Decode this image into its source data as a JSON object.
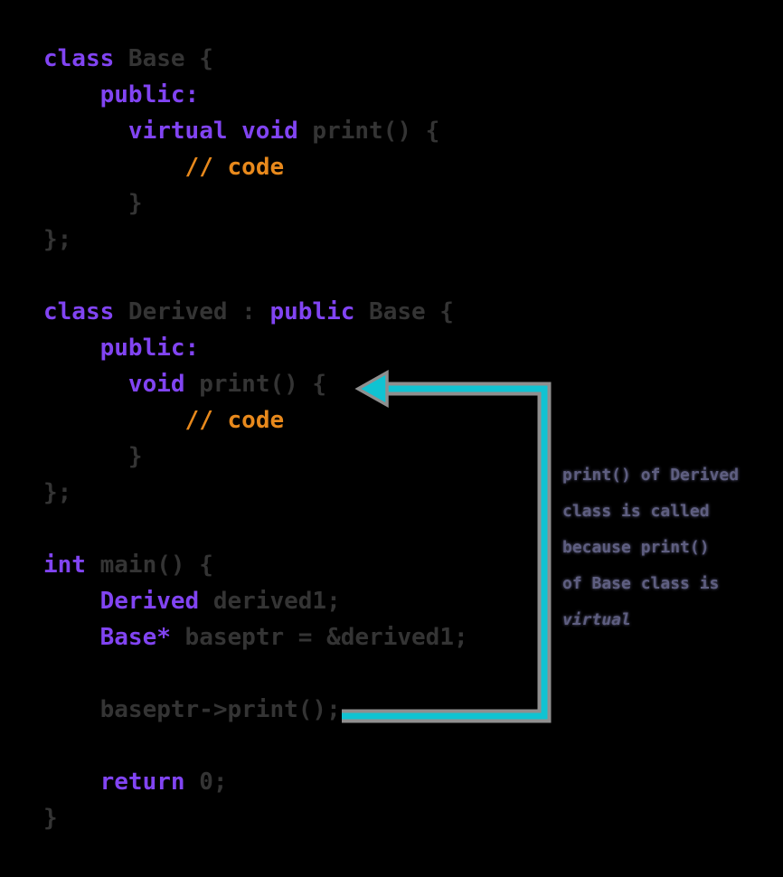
{
  "figure_title": "cpp-virtual-function-polymorphism-example",
  "colors": {
    "background": "#000000",
    "keyword": "#8144f2",
    "comment": "#e8891c",
    "plain": "#343434",
    "arrow": "#10c3d2",
    "arrow_outline": "#8f8f8f",
    "annotation": "#5e5e80"
  },
  "code": {
    "language": "cpp",
    "lines": [
      {
        "tokens": [
          {
            "text": "class",
            "type": "keyword"
          },
          {
            "text": " Base {",
            "type": "plain"
          }
        ]
      },
      {
        "tokens": [
          {
            "text": "    ",
            "type": "plain"
          },
          {
            "text": "public:",
            "type": "keyword"
          }
        ]
      },
      {
        "tokens": [
          {
            "text": "      ",
            "type": "plain"
          },
          {
            "text": "virtual void",
            "type": "keyword"
          },
          {
            "text": " print() {",
            "type": "plain"
          }
        ]
      },
      {
        "tokens": [
          {
            "text": "          ",
            "type": "plain"
          },
          {
            "text": "// code",
            "type": "comment"
          }
        ]
      },
      {
        "tokens": [
          {
            "text": "      }",
            "type": "plain"
          }
        ]
      },
      {
        "tokens": [
          {
            "text": "};",
            "type": "plain"
          }
        ]
      },
      {
        "tokens": []
      },
      {
        "tokens": [
          {
            "text": "class",
            "type": "keyword"
          },
          {
            "text": " Derived : ",
            "type": "plain"
          },
          {
            "text": "public",
            "type": "keyword"
          },
          {
            "text": " Base {",
            "type": "plain"
          }
        ]
      },
      {
        "tokens": [
          {
            "text": "    ",
            "type": "plain"
          },
          {
            "text": "public:",
            "type": "keyword"
          }
        ]
      },
      {
        "tokens": [
          {
            "text": "      ",
            "type": "plain"
          },
          {
            "text": "void",
            "type": "keyword"
          },
          {
            "text": " print() {",
            "type": "plain"
          }
        ]
      },
      {
        "tokens": [
          {
            "text": "          ",
            "type": "plain"
          },
          {
            "text": "// code",
            "type": "comment"
          }
        ]
      },
      {
        "tokens": [
          {
            "text": "      }",
            "type": "plain"
          }
        ]
      },
      {
        "tokens": [
          {
            "text": "};",
            "type": "plain"
          }
        ]
      },
      {
        "tokens": []
      },
      {
        "tokens": [
          {
            "text": "int",
            "type": "keyword"
          },
          {
            "text": " main() {",
            "type": "plain"
          }
        ]
      },
      {
        "tokens": [
          {
            "text": "    ",
            "type": "plain"
          },
          {
            "text": "Derived",
            "type": "keyword"
          },
          {
            "text": " derived1;",
            "type": "plain"
          }
        ]
      },
      {
        "tokens": [
          {
            "text": "    ",
            "type": "plain"
          },
          {
            "text": "Base*",
            "type": "keyword"
          },
          {
            "text": " baseptr = &derived1;",
            "type": "plain"
          }
        ]
      },
      {
        "tokens": []
      },
      {
        "tokens": [
          {
            "text": "    baseptr->print();",
            "type": "plain"
          }
        ]
      },
      {
        "tokens": []
      },
      {
        "tokens": [
          {
            "text": "    ",
            "type": "plain"
          },
          {
            "text": "return",
            "type": "keyword"
          },
          {
            "text": " 0;",
            "type": "plain"
          }
        ]
      },
      {
        "tokens": [
          {
            "text": "}",
            "type": "plain"
          }
        ]
      }
    ]
  },
  "annotation": {
    "lines": [
      {
        "text": "print() of Derived",
        "emphasis": false
      },
      {
        "text": "class is called",
        "emphasis": false
      },
      {
        "text": "because print()",
        "emphasis": false
      },
      {
        "text": "of Base class is",
        "emphasis": false
      },
      {
        "text": "virtual",
        "emphasis": true
      }
    ]
  }
}
